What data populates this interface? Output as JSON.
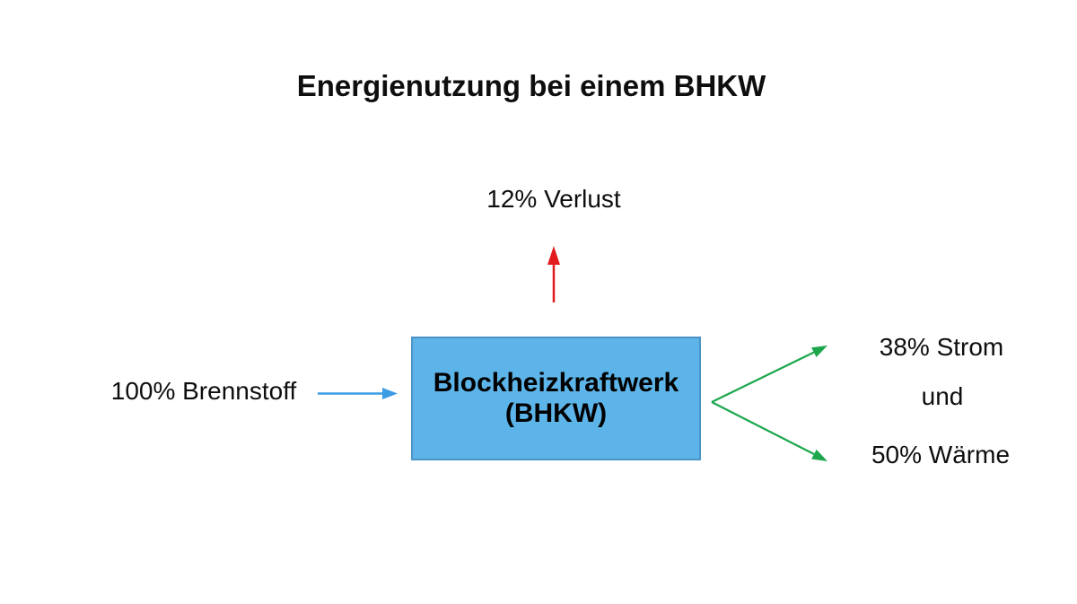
{
  "title": "Energienutzung bei einem BHKW",
  "node": {
    "line1": "Blockheizkraftwerk",
    "line2": "(BHKW)"
  },
  "flows": {
    "input_label": "100% Brennstoff",
    "loss_label": "12% Verlust",
    "electricity_label": "38% Strom",
    "conjunction_label": "und",
    "heat_label": "50% Wärme"
  },
  "colors": {
    "node_fill": "#5db4e8",
    "node_border": "#4d94c6",
    "input_arrow_blue": "#3b9ce4",
    "loss_arrow_red": "#e21b1f",
    "output_arrow_green": "#1ca74e",
    "text": "#0e0e0e",
    "background": "#ffffff"
  }
}
